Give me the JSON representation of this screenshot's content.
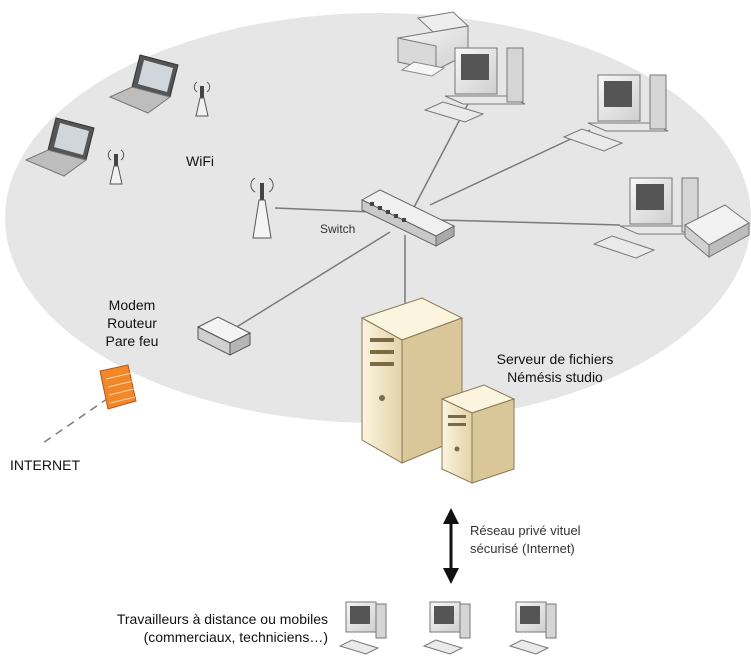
{
  "labels": {
    "wifi": "WiFi",
    "switch": "Switch",
    "modem_lines": [
      "Modem",
      "Routeur",
      "Pare feu"
    ],
    "internet": "INTERNET",
    "server_lines": [
      "Serveur de fichiers",
      "Némésis studio"
    ],
    "vpn_lines": [
      "Réseau privé vituel",
      "sécurisé (Internet)"
    ],
    "remote_lines": [
      "Travailleurs à distance ou mobiles",
      "(commerciaux, techniciens…)"
    ]
  },
  "colors": {
    "network_zone": "#e6e6e6",
    "firewall": "#f0882a",
    "server": "#f1e6c8",
    "link": "#7a7a7a",
    "arrow": "#111111"
  },
  "icons": [
    "laptop-icon",
    "wifi-antenna-icon",
    "printer-icon",
    "desktop-computer-icon",
    "network-switch-icon",
    "modem-router-icon",
    "firewall-icon",
    "server-tower-icon",
    "scanner-icon",
    "vpn-arrow-icon"
  ]
}
